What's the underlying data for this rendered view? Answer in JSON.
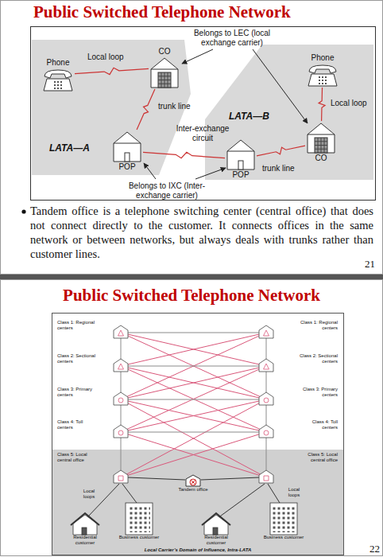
{
  "diagram": {
    "title": "Public Switched Telephone Network",
    "nodes": [
      {
        "text": [
          "LATA—A"
        ]
      },
      {
        "text": [
          "Phone"
        ],
        "in": 0
      },
      {
        "text": [
          "CO"
        ],
        "in": 0
      },
      {
        "text": [
          "POP"
        ],
        "in": 0
      },
      {
        "text": [
          "LATA—B"
        ]
      },
      {
        "text": [
          "Phone"
        ],
        "in": 4
      },
      {
        "text": [
          "POP"
        ],
        "in": 4
      },
      {
        "text": [
          "CO"
        ],
        "in": 4
      },
      {
        "text": [
          "Local Carrier’s Domain of Influence, Intra-LATA"
        ]
      },
      {
        "text": [
          "Tandem office"
        ],
        "in": 8
      }
    ],
    "edges": [
      {
        "from": 1,
        "to": 2,
        "arrow": "none",
        "label": "Local loop"
      },
      {
        "from": 2,
        "to": 3,
        "arrow": "none",
        "label": "trunk line"
      },
      {
        "from": 3,
        "to": 6,
        "arrow": "none",
        "label": "Inter-exchange circuit"
      },
      {
        "from": 6,
        "to": 7,
        "arrow": "none",
        "label": "trunk line"
      },
      {
        "from": 7,
        "to": 5,
        "arrow": "none",
        "label": "Local loop"
      }
    ],
    "labels": [
      "Belongs to LEC (local exchange carrier)",
      "Belongs to IXC (Inter-exchange carrier)",
      "Tandem office is a telephone switching center (central office) that does not connect directly to the customer. It connects offices in the same network or between networks, but always deals with trunks rather than customer lines.",
      "21",
      "Public Switched Telephone Network",
      "Class 1: Regional centers",
      "Class 1: Regional centers",
      "Class 2: Sectional centers",
      "Class 2: Sectional centers",
      "Class 3: Primary centers",
      "Class 3: Primary centers",
      "Class 4: Toll centers",
      "Class 4: Toll centers",
      "Class 5: Local central office",
      "Class 5: Local central office",
      "Local loops",
      "Local loops",
      "Residential customer",
      "Business customer",
      "Residential customer",
      "Business customer",
      "22"
    ]
  }
}
